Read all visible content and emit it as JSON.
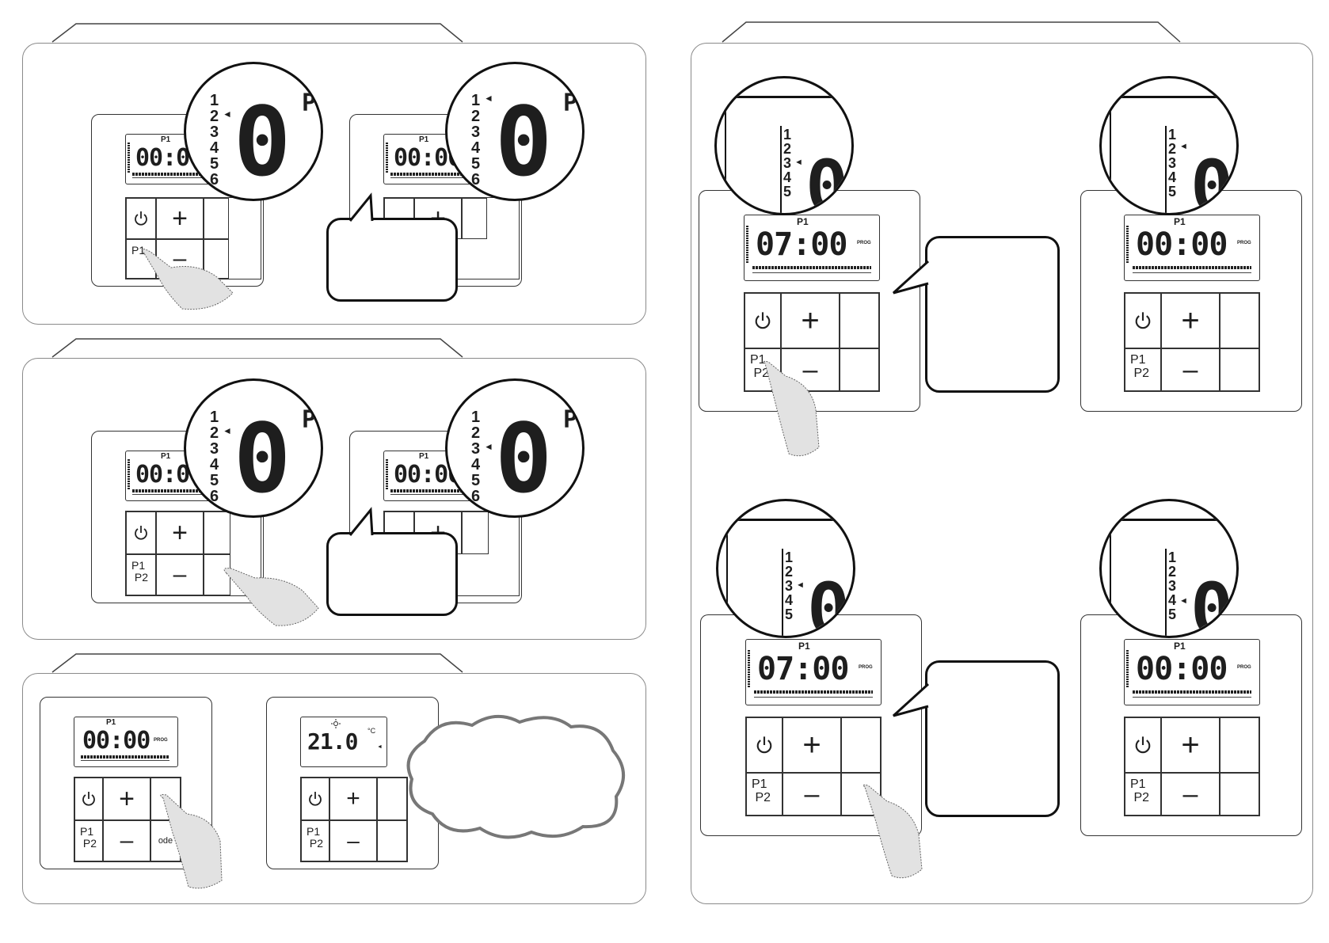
{
  "lcd": {
    "program": "P1",
    "time_a": "00:00",
    "time_b": "07:00",
    "prog": "PROG",
    "temp": "21.0",
    "temp_unit": "°C"
  },
  "keys": {
    "plus": "+",
    "minus": "–",
    "p1": "P1",
    "p2": "P2",
    "mode_partial": "ode"
  },
  "zoom": {
    "digit": "0",
    "letter": "P",
    "numbers": [
      "1",
      "2",
      "3",
      "4",
      "5",
      "6"
    ]
  },
  "indicator": "◄",
  "icons": [
    "power-icon",
    "hand-pointer-icon",
    "sun-icon",
    "arrow-indicator-icon"
  ],
  "colors": {
    "outline": "#333333",
    "panel_border": "#8a8a8a",
    "finger_fill": "#e2e2e2",
    "cloud": "#777777"
  }
}
